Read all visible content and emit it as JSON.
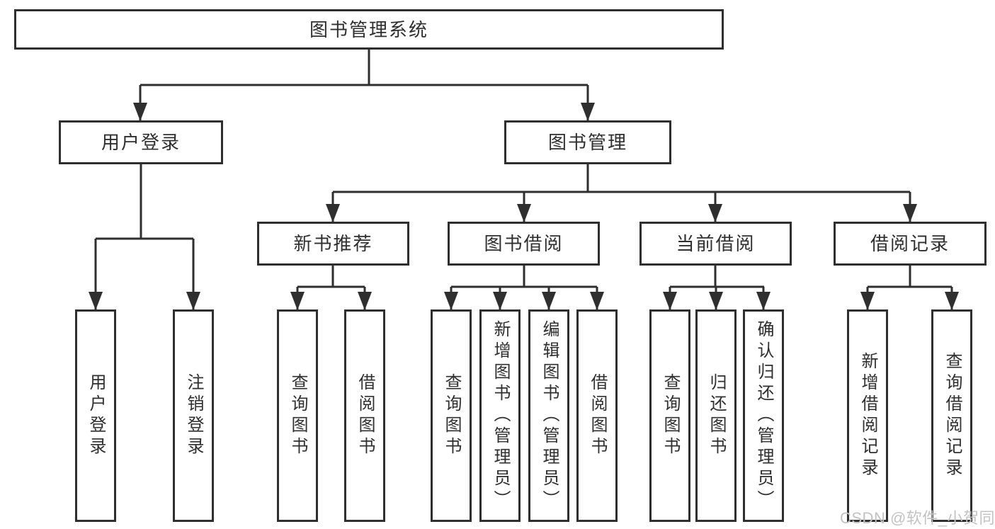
{
  "diagram": {
    "root": {
      "label": "图书管理系统"
    },
    "branches": [
      {
        "label": "用户登录",
        "children": [
          {
            "label": "用户登录"
          },
          {
            "label": "注销登录"
          }
        ]
      },
      {
        "label": "图书管理",
        "children": [
          {
            "label": "新书推荐",
            "children": [
              {
                "label": "查询图书"
              },
              {
                "label": "借阅图书"
              }
            ]
          },
          {
            "label": "图书借阅",
            "children": [
              {
                "label": "查询图书"
              },
              {
                "label": "新增图书（管理员）"
              },
              {
                "label": "编辑图书（管理员）"
              },
              {
                "label": "借阅图书"
              }
            ]
          },
          {
            "label": "当前借阅",
            "children": [
              {
                "label": "查询图书"
              },
              {
                "label": "归还图书"
              },
              {
                "label": "确认归还（管理员）"
              }
            ]
          },
          {
            "label": "借阅记录",
            "children": [
              {
                "label": "新增借阅记录"
              },
              {
                "label": "查询借阅记录"
              }
            ]
          }
        ]
      }
    ]
  },
  "watermark": {
    "text": "CSDN @软件_小贺同学"
  },
  "colors": {
    "line": "#2f2f2f",
    "box_fill": "#ffffff",
    "text": "#2f2f2f",
    "watermark": "#c3c3c3"
  }
}
